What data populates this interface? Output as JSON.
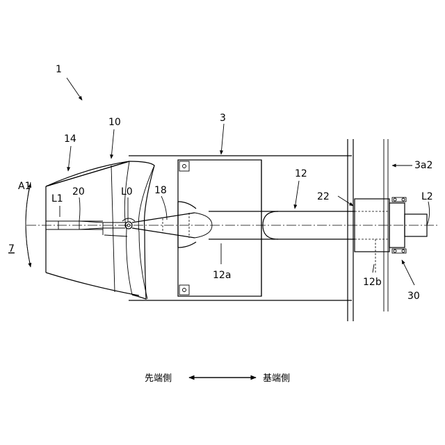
{
  "labels": {
    "device": "1",
    "housing": "3",
    "wall": "3a2",
    "head": "10",
    "shaft": "12",
    "shaft_a": "12a",
    "shaft_b": "12b",
    "cone": "14",
    "tip": "18",
    "nozzle": "20",
    "ring": "22",
    "bracket": "30",
    "rotation": "A1",
    "axis_l0": "L0",
    "axis_l1": "L1",
    "axis_l2": "L2",
    "figure": "7"
  },
  "direction": {
    "tip_side": "先端側",
    "base_side": "基端側"
  }
}
